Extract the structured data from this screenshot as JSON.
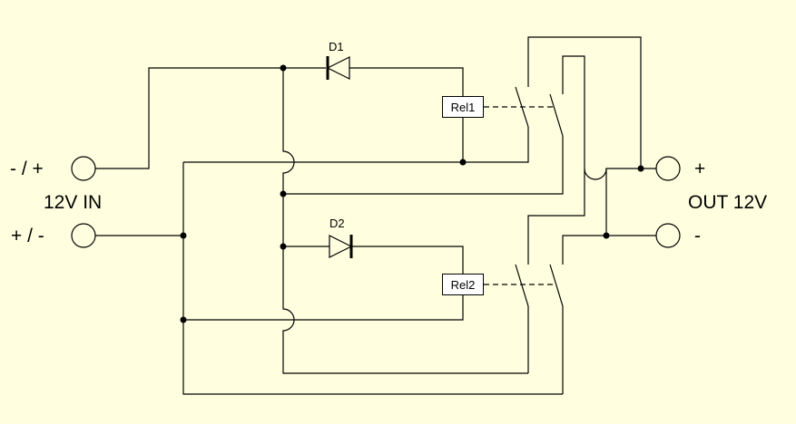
{
  "diagram": {
    "background": "#ffffe0",
    "input": {
      "top_polarity": "- / +",
      "label": "12V IN",
      "bottom_polarity": "+ / -"
    },
    "output": {
      "top_polarity": "+",
      "label": "OUT 12V",
      "bottom_polarity": "-"
    },
    "diodes": [
      {
        "label": "D1"
      },
      {
        "label": "D2"
      }
    ],
    "relays": [
      {
        "label": "Rel1"
      },
      {
        "label": "Rel2"
      }
    ]
  }
}
